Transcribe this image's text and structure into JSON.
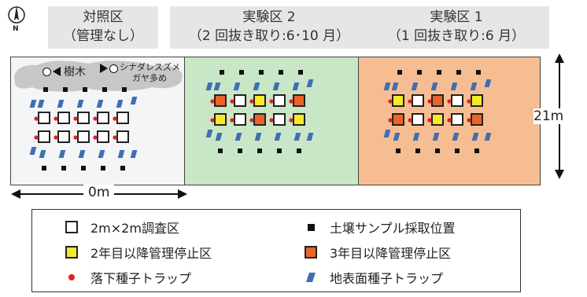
{
  "north": {
    "letter": "N"
  },
  "headers": {
    "control": {
      "line1": "対照区",
      "line2": "（管理なし）"
    },
    "exp2": {
      "line1": "実験区 2",
      "line2": "（2 回抜き取り:6･10 月）"
    },
    "exp1": {
      "line1": "実験区 1",
      "line2": "（1 回抜き取り:6 月）"
    }
  },
  "cloud": {
    "tree_label": "樹木",
    "grass_label": "シナダレスズメ",
    "grass_label2": "ガヤ多め"
  },
  "dimensions": {
    "height_label": "21m",
    "width_label": "0m"
  },
  "plots": {
    "exp2_row1": [
      "orange",
      "white",
      "yellow",
      "white",
      "orange"
    ],
    "exp2_row2": [
      "yellow",
      "white",
      "orange",
      "white",
      "yellow"
    ],
    "exp1_row1": [
      "yellow",
      "white",
      "orange",
      "white",
      "yellow"
    ],
    "exp1_row2": [
      "orange",
      "white",
      "yellow",
      "white",
      "orange"
    ]
  },
  "legend": {
    "plot_label": "2m×2m調査区",
    "sample_label": "土壌サンプル採取位置",
    "yellow_label": "2年目以降管理停止区",
    "orange_label": "3年目以降管理停止区",
    "seedfall_label": "落下種子トラップ",
    "surface_label": "地表面種子トラップ"
  },
  "colors": {
    "control_bg": "#f3f5f6",
    "exp2_bg": "#c9e6c6",
    "exp1_bg": "#f7bd92",
    "yellow": "#f4ea2a",
    "orange": "#e9642b",
    "red_dot": "#e02020",
    "blue_trap": "#3f6fb2",
    "cloud": "#c7c7c7"
  }
}
